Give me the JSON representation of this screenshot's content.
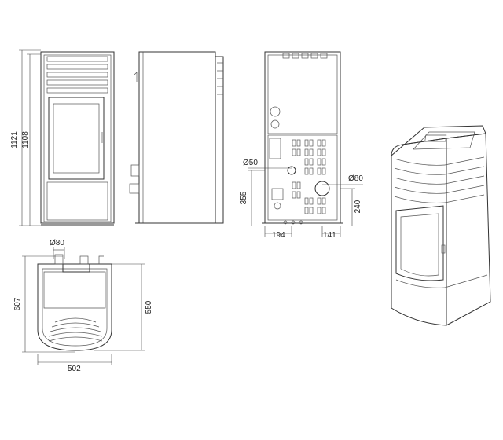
{
  "dimensions": {
    "front_total_height": "1121",
    "front_inner_height": "1108",
    "rear_diameter_small": "Ø50",
    "rear_diameter_large": "Ø80",
    "rear_height_left": "355",
    "rear_height_right": "240",
    "rear_width_left": "194",
    "rear_width_right": "141",
    "top_pipe_diameter": "Ø80",
    "top_depth_outer": "607",
    "top_depth_inner": "550",
    "top_width": "502"
  },
  "colors": {
    "line": "#333333",
    "background": "#ffffff"
  }
}
